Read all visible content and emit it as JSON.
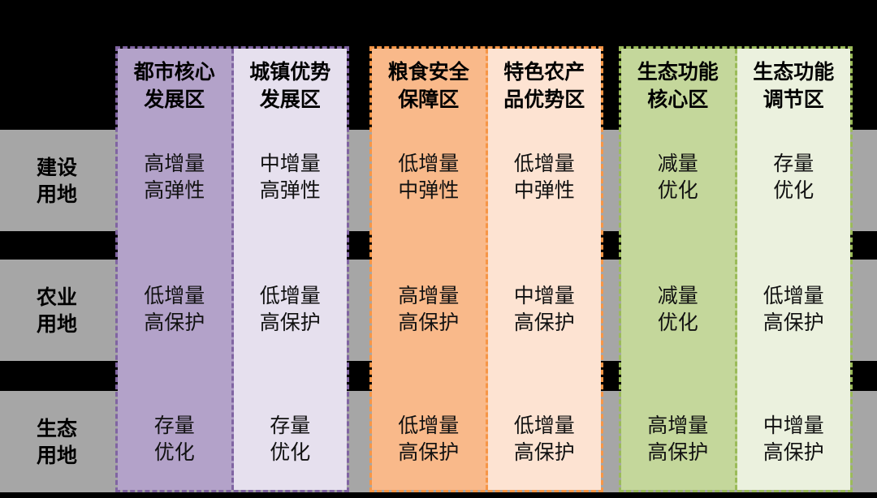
{
  "rows": [
    "建设\n用地",
    "农业\n用地",
    "生态\n用地"
  ],
  "row_labels": [
    [
      "建设",
      "用地"
    ],
    [
      "农业",
      "用地"
    ],
    [
      "生态",
      "用地"
    ]
  ],
  "groups": [
    {
      "border": "#8064a2",
      "columns": [
        {
          "header": [
            "都市核心",
            "发展区"
          ],
          "bg": "#b3a2c9",
          "cells": [
            [
              "高增量",
              "高弹性"
            ],
            [
              "低增量",
              "高保护"
            ],
            [
              "存量",
              "优化"
            ]
          ]
        },
        {
          "header": [
            "城镇优势",
            "发展区"
          ],
          "bg": "#e6e0ee",
          "cells": [
            [
              "中增量",
              "高弹性"
            ],
            [
              "低增量",
              "高保护"
            ],
            [
              "存量",
              "优化"
            ]
          ]
        }
      ]
    },
    {
      "border": "#f79646",
      "columns": [
        {
          "header": [
            "粮食安全",
            "保障区"
          ],
          "bg": "#f9b98a",
          "cells": [
            [
              "低增量",
              "中弹性"
            ],
            [
              "高增量",
              "高保护"
            ],
            [
              "低增量",
              "高保护"
            ]
          ]
        },
        {
          "header": [
            "特色农产",
            "品优势区"
          ],
          "bg": "#fde3d2",
          "cells": [
            [
              "低增量",
              "中弹性"
            ],
            [
              "中增量",
              "高保护"
            ],
            [
              "低增量",
              "高保护"
            ]
          ]
        }
      ]
    },
    {
      "border": "#9bbb59",
      "columns": [
        {
          "header": [
            "生态功能",
            "核心区"
          ],
          "bg": "#c4d79b",
          "cells": [
            [
              "减量",
              "优化"
            ],
            [
              "减量",
              "优化"
            ],
            [
              "高增量",
              "高保护"
            ]
          ]
        },
        {
          "header": [
            "生态功能",
            "调节区"
          ],
          "bg": "#ebf1de",
          "cells": [
            [
              "存量",
              "优化"
            ],
            [
              "低增量",
              "高保护"
            ],
            [
              "中增量",
              "高保护"
            ]
          ]
        }
      ]
    }
  ]
}
